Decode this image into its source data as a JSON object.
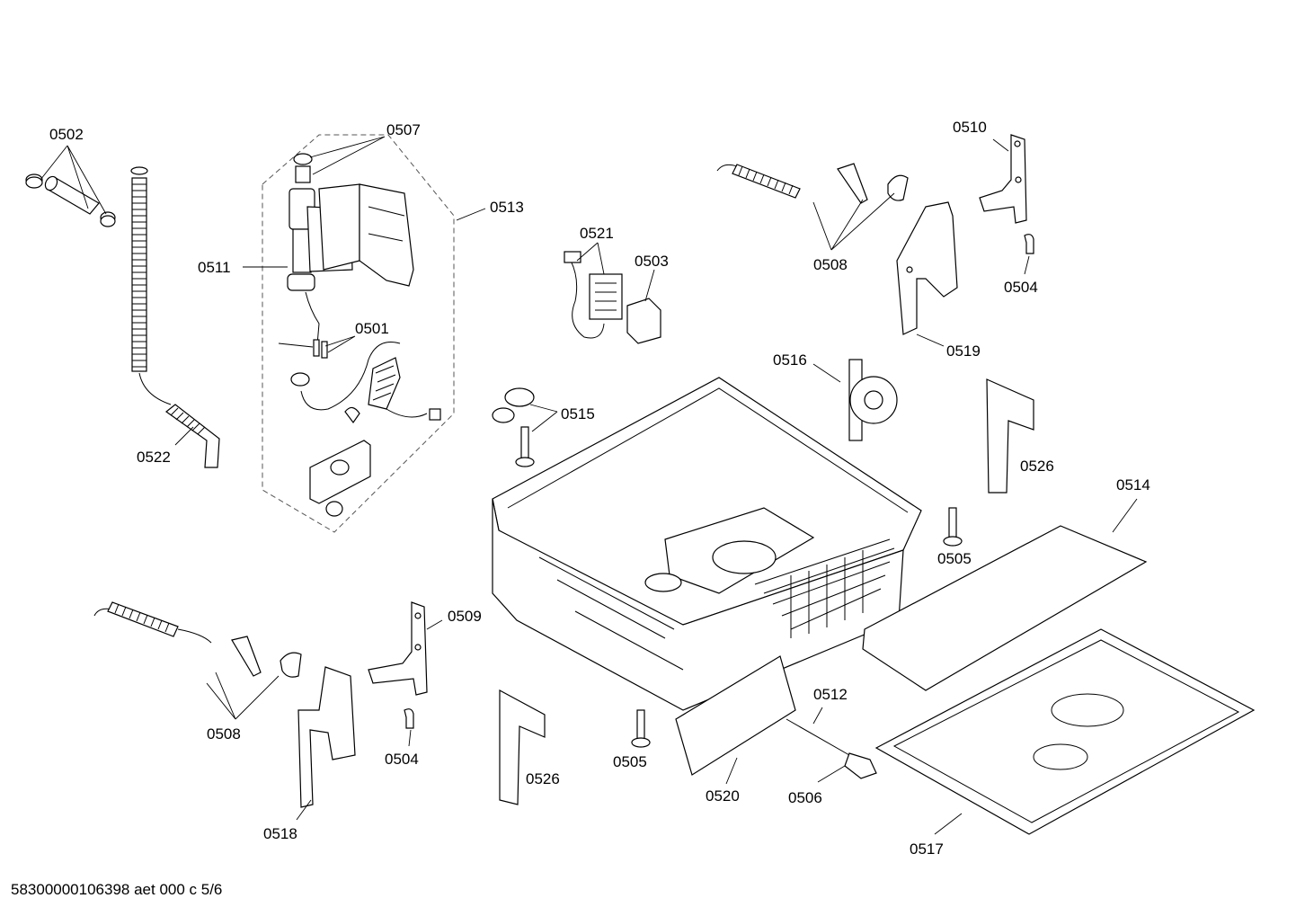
{
  "diagram": {
    "footer": "58300000106398 aet 000 c 5/6",
    "labels": {
      "l0502": "0502",
      "l0507": "0507",
      "l0513": "0513",
      "l0511": "0511",
      "l0501": "0501",
      "l0522": "0522",
      "l0521": "0521",
      "l0503": "0503",
      "l0508a": "0508",
      "l0510": "0510",
      "l0504a": "0504",
      "l0519": "0519",
      "l0516": "0516",
      "l0515": "0515",
      "l0526a": "0526",
      "l0514": "0514",
      "l0505a": "0505",
      "l0509": "0509",
      "l0508b": "0508",
      "l0504b": "0504",
      "l0526b": "0526",
      "l0505b": "0505",
      "l0512": "0512",
      "l0520": "0520",
      "l0506": "0506",
      "l0517": "0517",
      "l0518": "0518"
    }
  }
}
